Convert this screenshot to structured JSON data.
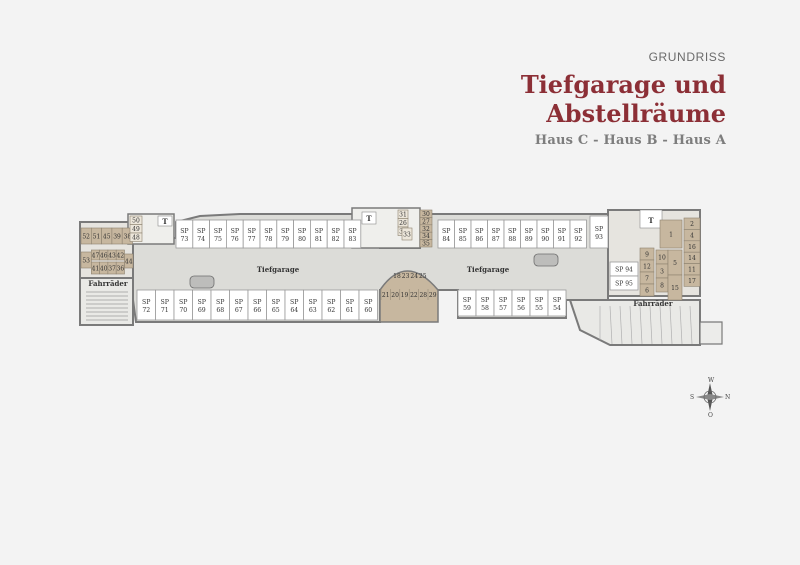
{
  "header": {
    "kicker": "GRUNDRISS",
    "title_line1": "Tiefgarage und",
    "title_line2": "Abstellräume",
    "subtitle": "Haus C - Haus B - Haus A"
  },
  "plan": {
    "areas": {
      "garage_left": "Tiefgarage",
      "garage_right": "Tiefgarage",
      "bikes_left": "Fahrräder",
      "bikes_right": "Fahrräder"
    },
    "sp_prefix": "SP",
    "parking_top_left": [
      "73",
      "74",
      "75",
      "76",
      "77",
      "78",
      "79",
      "80",
      "81",
      "82",
      "83"
    ],
    "parking_bottom_left": [
      "72",
      "71",
      "70",
      "69",
      "68",
      "67",
      "66",
      "65",
      "64",
      "63",
      "62",
      "61",
      "60"
    ],
    "parking_top_right": [
      "84",
      "85",
      "86",
      "87",
      "88",
      "89",
      "90",
      "91",
      "92",
      "93"
    ],
    "parking_bottom_right": [
      "59",
      "58",
      "57",
      "56",
      "55",
      "54"
    ],
    "parking_side_right": [
      "94",
      "95"
    ],
    "storage_left_top": [
      "52",
      "51",
      "45",
      "39",
      "38"
    ],
    "storage_left_mid": [
      "47",
      "46",
      "43",
      "42"
    ],
    "storage_left_bot": [
      "41",
      "40",
      "37",
      "36"
    ],
    "storage_left_single": [
      "53",
      "44"
    ],
    "storage_left_col": [
      "50",
      "49",
      "48"
    ],
    "storage_center_col": [
      "31",
      "26",
      "33"
    ],
    "storage_center_col2": [
      "30",
      "27",
      "32",
      "34",
      "35"
    ],
    "storage_round_top": [
      "18",
      "23",
      "24",
      "25"
    ],
    "storage_round_bot": [
      "21",
      "20",
      "19",
      "22",
      "28",
      "29"
    ],
    "storage_right_col1": [
      "9",
      "12",
      "7",
      "6"
    ],
    "storage_right_col2": [
      "10",
      "3",
      "8"
    ],
    "storage_right_col3": [
      "5",
      "15"
    ],
    "storage_right_col4": [
      "2",
      "4",
      "16",
      "14",
      "11",
      "17"
    ],
    "storage_right_single": [
      "1"
    ],
    "stair_label": "T",
    "compass": {
      "n": "W",
      "s": "O",
      "w": "S",
      "e": "N"
    }
  },
  "colors": {
    "accent": "#8c2f36",
    "storage": "#c7b79f",
    "parking_fill": "#ffffff",
    "floor": "#dcdcd8",
    "walls": "#7a7a7a"
  }
}
